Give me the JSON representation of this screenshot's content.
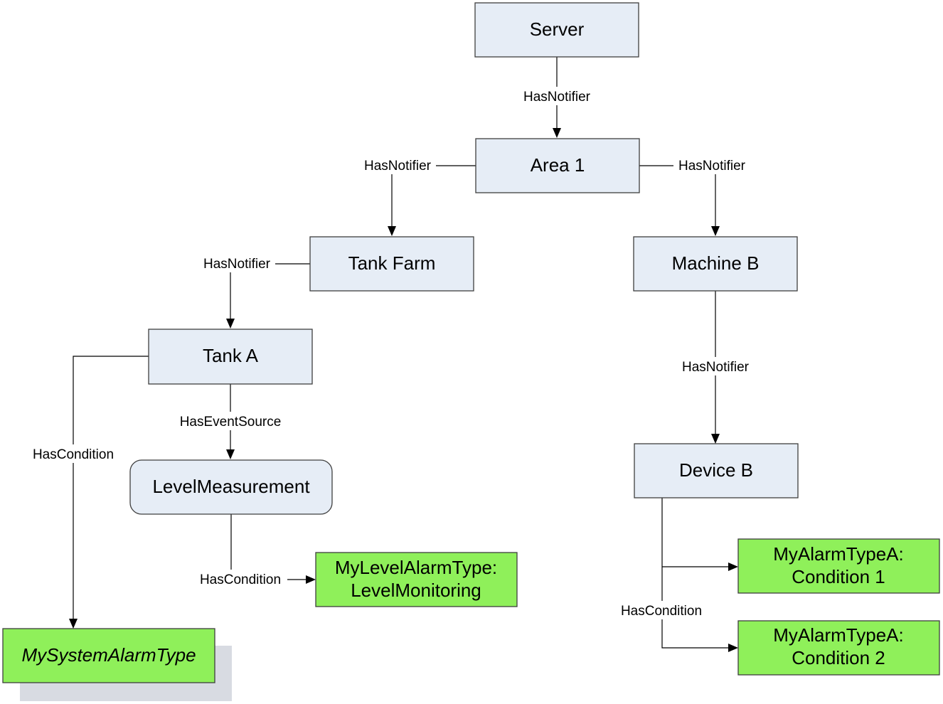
{
  "nodes": {
    "server": "Server",
    "area1": "Area 1",
    "tank_farm": "Tank Farm",
    "machine_b": "Machine B",
    "tank_a": "Tank A",
    "level_measurement": "LevelMeasurement",
    "device_b": "Device B",
    "my_system_alarm": "MySystemAlarmType",
    "level_alarm": {
      "line1": "MyLevelAlarmType:",
      "line2": "LevelMonitoring"
    },
    "alarm_a1": {
      "line1": "MyAlarmTypeA:",
      "line2": "Condition 1"
    },
    "alarm_a2": {
      "line1": "MyAlarmTypeA:",
      "line2": "Condition 2"
    }
  },
  "edges": {
    "server_area1": "HasNotifier",
    "area1_tankfarm": "HasNotifier",
    "area1_machineb": "HasNotifier",
    "tankfarm_tanka": "HasNotifier",
    "machineb_deviceb": "HasNotifier",
    "tanka_level": "HasEventSource",
    "tanka_system": "HasCondition",
    "level_alarm": "HasCondition",
    "deviceb_alarms": "HasCondition"
  },
  "colors": {
    "node_fill": "#e6edf6",
    "condition_fill": "#8ff05a",
    "shadow": "#d8dbe2"
  }
}
